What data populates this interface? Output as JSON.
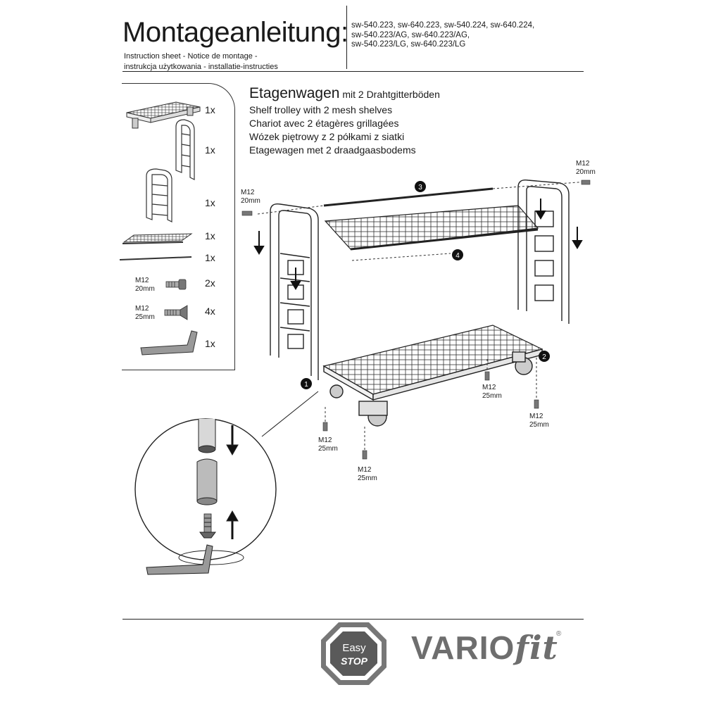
{
  "header": {
    "title": "Montageanleitung:",
    "subtitle_lines": [
      "Instruction sheet - Notice de montage  -",
      "instrukcja użytkowania - installatie-instructies"
    ],
    "model_lines": [
      "sw-540.223, sw-640.223, sw-540.224, sw-640.224,",
      "sw-540.223/AG, sw-640.223/AG,",
      "sw-540.223/LG, sw-640.223/LG"
    ]
  },
  "product": {
    "name_big": "Etagenwagen",
    "name_suffix": " mit 2 Drahtgitterböden",
    "lines": [
      "Shelf trolley with 2 mesh shelves",
      "Chariot avec 2 étagères grillagées",
      "Wózek piętrowy z 2 półkami z siatki",
      "Etagewagen met 2 draadgaasbodems"
    ]
  },
  "parts": [
    {
      "name": "base-frame",
      "qty": "1x",
      "label": ""
    },
    {
      "name": "side-frame-a",
      "qty": "1x",
      "label": ""
    },
    {
      "name": "side-frame-b",
      "qty": "1x",
      "label": ""
    },
    {
      "name": "mesh-shelf",
      "qty": "1x",
      "label": ""
    },
    {
      "name": "rod",
      "qty": "1x",
      "label": ""
    },
    {
      "name": "bolt-20",
      "qty": "2x",
      "label": "M12\n20mm"
    },
    {
      "name": "bolt-25",
      "qty": "4x",
      "label": "M12\n25mm"
    },
    {
      "name": "allen-key",
      "qty": "1x",
      "label": ""
    }
  ],
  "diagram": {
    "callouts": [
      "1",
      "2",
      "3",
      "4"
    ],
    "screw_labels": [
      {
        "id": "top-right",
        "text": "M12\n20mm"
      },
      {
        "id": "top-left",
        "text": "M12\n20mm"
      },
      {
        "id": "bottom-mid",
        "text": "M12\n25mm"
      },
      {
        "id": "bottom-right",
        "text": "M12\n25mm"
      },
      {
        "id": "bottom-left1",
        "text": "M12\n25mm"
      },
      {
        "id": "bottom-left2",
        "text": "M12\n25mm"
      }
    ]
  },
  "brand": {
    "badge_line1": "Easy",
    "badge_line2": "STOP",
    "logo_main": "VARIO",
    "logo_fit": "fit",
    "registered": "®"
  },
  "colors": {
    "line": "#222222",
    "brand_grey": "#6e6e6e",
    "badge_dark": "#5a5a5a"
  }
}
